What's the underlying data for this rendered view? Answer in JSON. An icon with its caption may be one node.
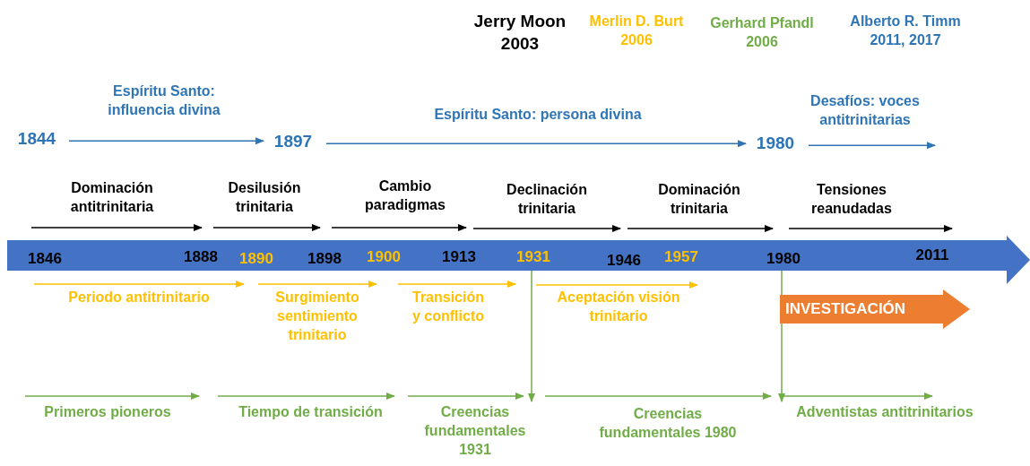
{
  "diagram": {
    "nodes": [
      {
        "text": [
          "1844"
        ]
      },
      {
        "text": [
          "1897"
        ]
      },
      {
        "text": [
          "1980"
        ]
      },
      {
        "text": [],
        "shape": "arrow"
      },
      {
        "text": [
          "1931"
        ],
        "in": 3
      },
      {
        "text": [
          "1980"
        ],
        "in": 3
      },
      {
        "text": [
          "INVESTIGACIÓN"
        ]
      },
      {
        "text": [
          "Creencias fundamentales 1931"
        ]
      },
      {
        "text": [
          "Adventistas antitrinitarios"
        ]
      }
    ],
    "edges": [
      {
        "from": 0,
        "to": 1,
        "arrow": "to",
        "label": "Espíritu Santo: influencia divina"
      },
      {
        "from": 1,
        "to": 2,
        "arrow": "to",
        "label": "Espíritu Santo: persona divina"
      },
      {
        "from": 2,
        "to": null,
        "arrow": "to",
        "label": "Desafíos: voces antitrinitarias"
      },
      {
        "from": 4,
        "to": 7,
        "arrow": "to",
        "color": "#70ad47"
      },
      {
        "from": 5,
        "to": 8,
        "arrow": "to",
        "color": "#70ad47"
      }
    ],
    "labels": [
      "Jerry Moon 2003",
      "Merlin D. Burt 2006",
      "Gerhard Pfandl 2006",
      "Alberto R. Timm 2011, 2017",
      "Dominación antitrinitaria",
      "Desilusión trinitaria",
      "Cambio paradigmas",
      "Declinación trinitaria",
      "Dominación trinitaria",
      "Tensiones reanudadas",
      "1846",
      "1888",
      "1890",
      "1898",
      "1900",
      "1913",
      "1946",
      "1957",
      "2011",
      "Periodo antitrinitario",
      "Surgimiento sentimiento trinitario",
      "Transición y conflicto",
      "Aceptación visión trinitario",
      "Primeros pioneros",
      "Tiempo de transición",
      "Creencias fundamentales 1980"
    ]
  }
}
